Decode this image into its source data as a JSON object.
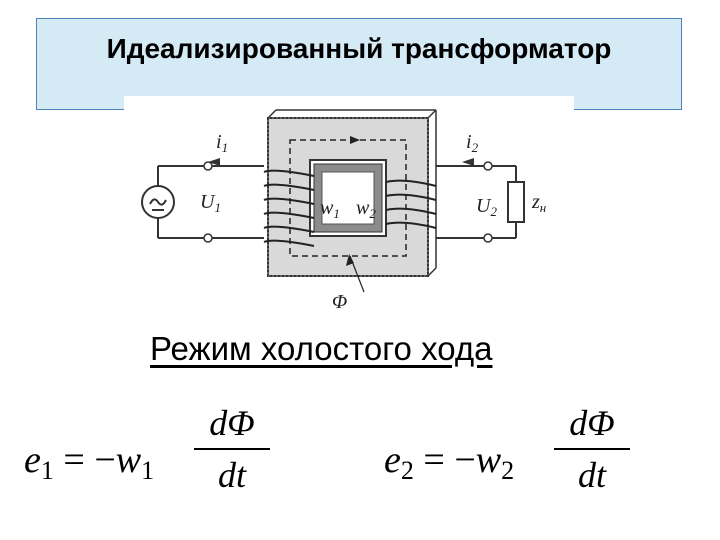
{
  "title": "Идеализированный трансформатор",
  "diagram": {
    "labels": {
      "i1": "i",
      "i1_sub": "1",
      "i2": "i",
      "i2_sub": "2",
      "u1": "U",
      "u1_sub": "1",
      "u2": "U",
      "u2_sub": "2",
      "w1": "w",
      "w1_sub": "1",
      "w2": "w",
      "w2_sub": "2",
      "zn": "z",
      "zn_sub": "н",
      "phi": "Φ"
    },
    "colors": {
      "line": "#333333",
      "core": "#666666"
    }
  },
  "subtitle": "Режим холостого хода",
  "equations": [
    {
      "e": "e",
      "e_sub": "1",
      "eq": "=",
      "minus": "−",
      "w": "w",
      "w_sub": "1",
      "num": "dΦ",
      "den": "dt"
    },
    {
      "e": "e",
      "e_sub": "2",
      "eq": "=",
      "minus": "−",
      "w": "w",
      "w_sub": "2",
      "num": "dΦ",
      "den": "dt"
    }
  ]
}
